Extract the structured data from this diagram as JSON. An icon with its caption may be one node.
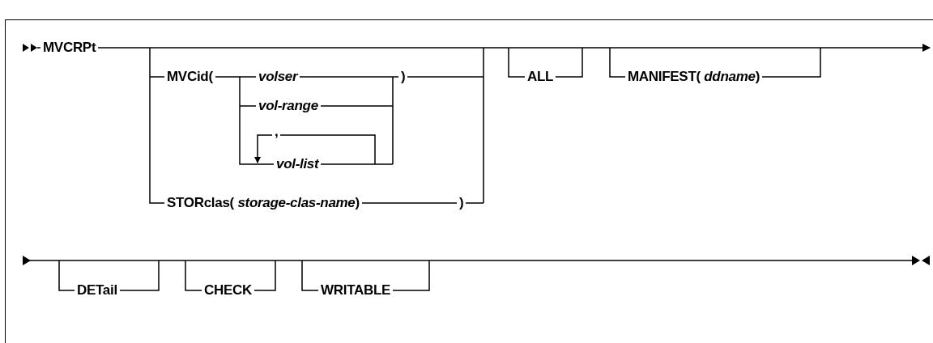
{
  "diagram": {
    "labels": [
      "MVCRPt",
      "MVCid(",
      "volser",
      ")",
      "vol-range",
      ",",
      "vol-list",
      "STORclas( *storage-clas-name*)",
      ")",
      "ALL",
      "MANIFEST( *ddname*)",
      "DETail",
      "CHECK",
      "WRITABLE"
    ]
  }
}
